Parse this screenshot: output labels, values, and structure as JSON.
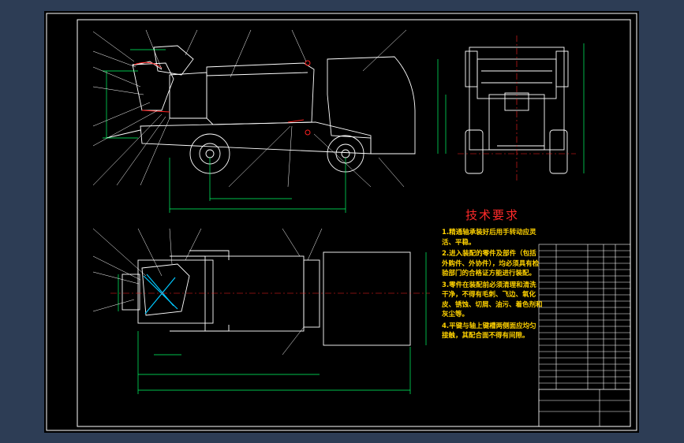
{
  "drawing": {
    "technical_requirements": {
      "title": "技术要求",
      "items": [
        "1.精通轴承装好后用手转动应灵活、平稳。",
        "2.进入装配的零件及部件（包括外购件、外协件），均必须具有检验部门的合格证方能进行装配。",
        "3.零件在装配前必须清理和清洗干净，不得有毛刺、飞边、氧化皮、锈蚀、切屑、油污、着色剂和灰尘等。",
        "4.平键与轴上键槽两侧面应均匀接触，其配合面不得有间隙。"
      ]
    },
    "colors": {
      "background": "#2d3d55",
      "sheet": "#000000",
      "outline": "#ffffff",
      "dimension": "#00ff66",
      "centerline": "#ff2020",
      "notes": "#ffd200",
      "title": "#ff2a2a"
    }
  }
}
